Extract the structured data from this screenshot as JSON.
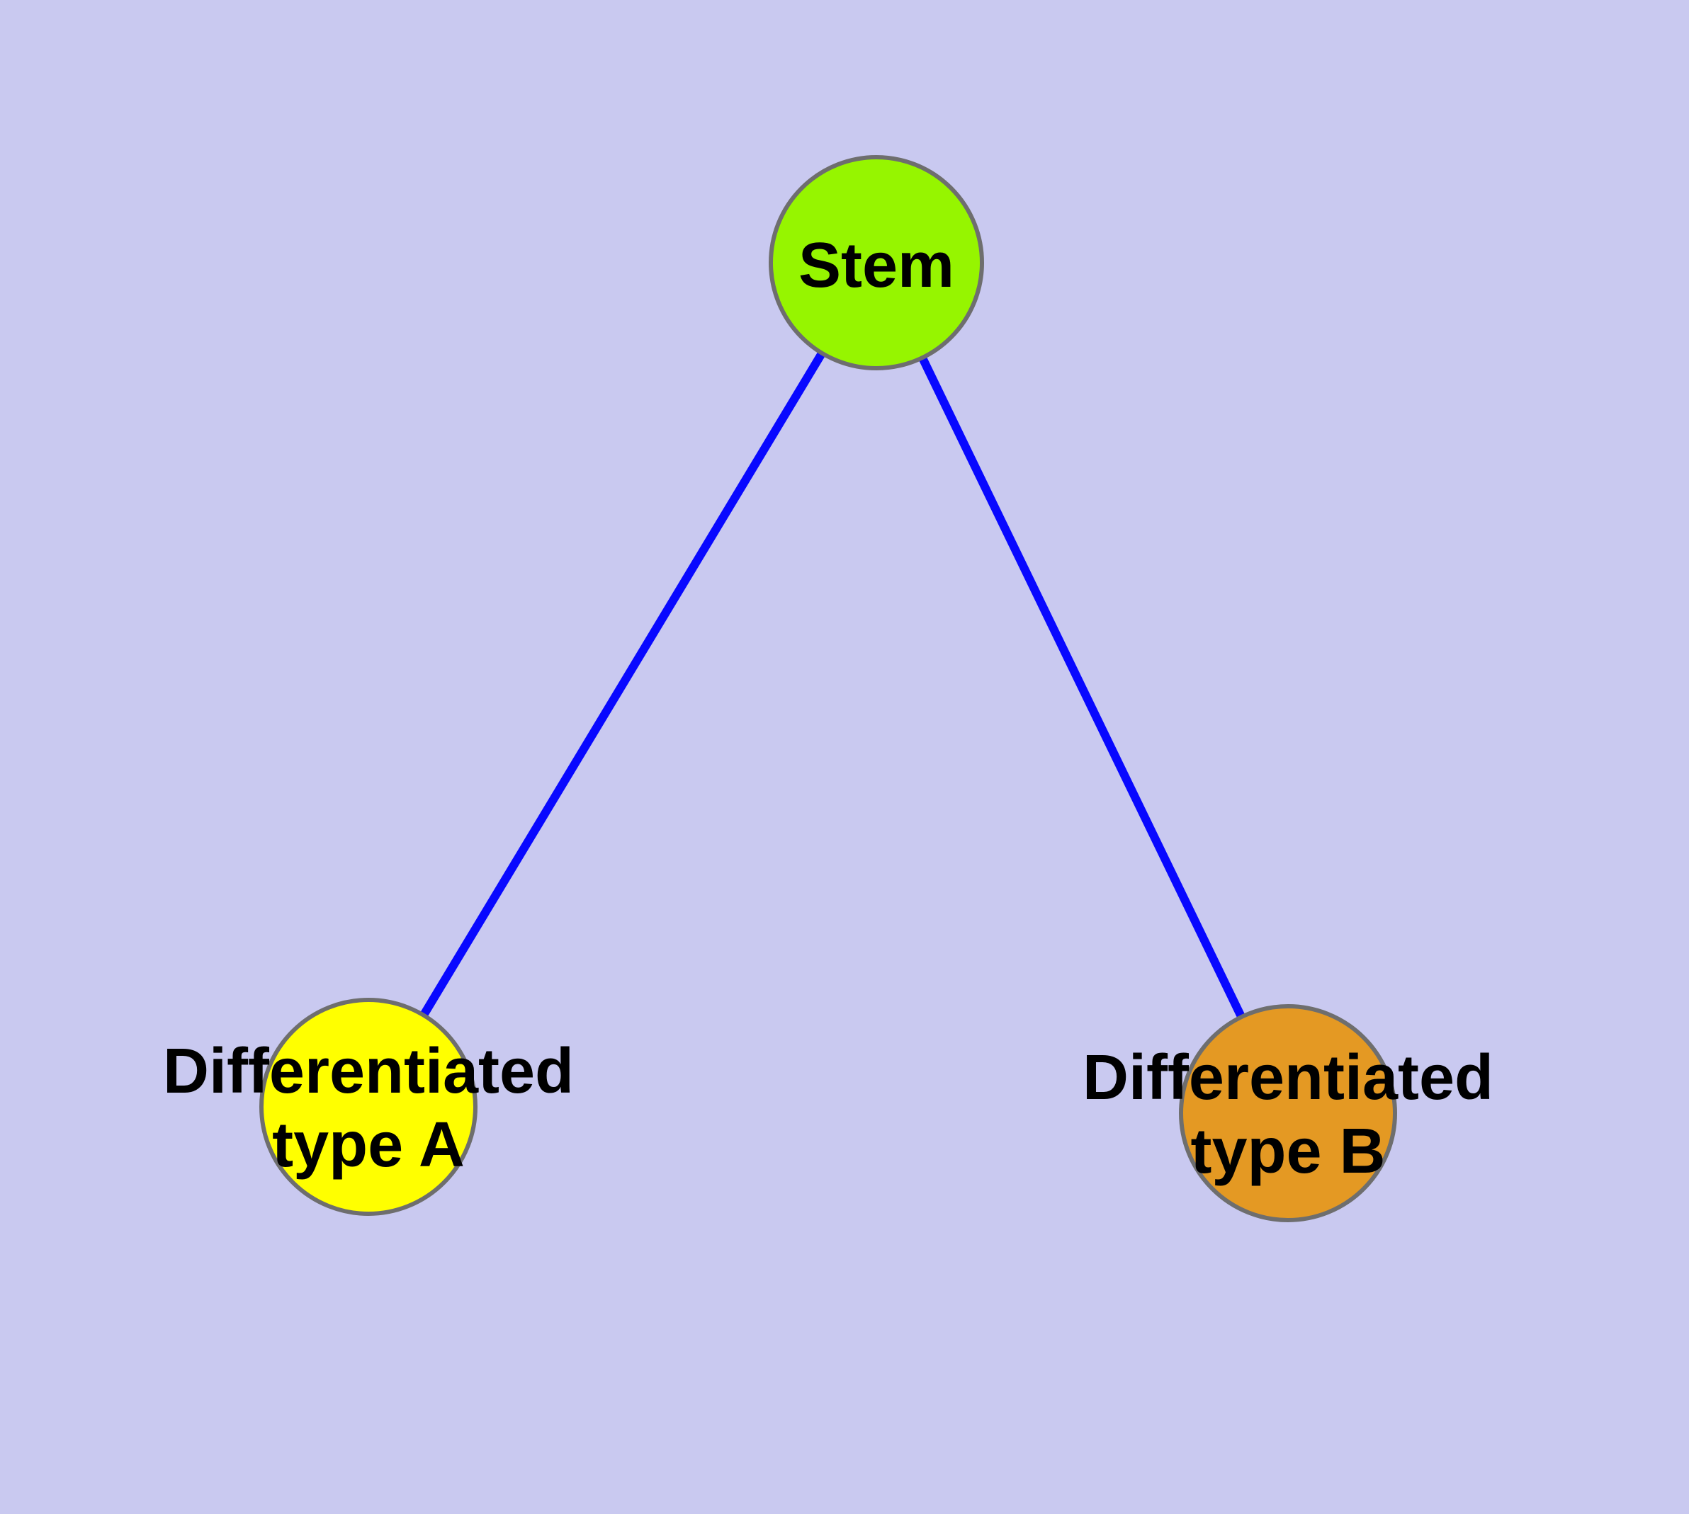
{
  "diagram": {
    "background_color": "#C9C9F0",
    "edge_color": "#0808FF",
    "node_border_color": "#6E6E6E",
    "label_color": "#000000",
    "nodes": [
      {
        "id": "stem",
        "label": "Stem",
        "line1": "Stem",
        "line2": "",
        "fill": "#96F500"
      },
      {
        "id": "differentiated-type-a",
        "label": "Differentiated type A",
        "line1": "Differentiated",
        "line2": "type A",
        "fill": "#FFFF00"
      },
      {
        "id": "differentiated-type-b",
        "label": "Differentiated type B",
        "line1": "Differentiated",
        "line2": "type B",
        "fill": "#E49923"
      }
    ],
    "edges": [
      {
        "from": "Stem",
        "to": "Differentiated type A"
      },
      {
        "from": "Stem",
        "to": "Differentiated type B"
      }
    ]
  }
}
